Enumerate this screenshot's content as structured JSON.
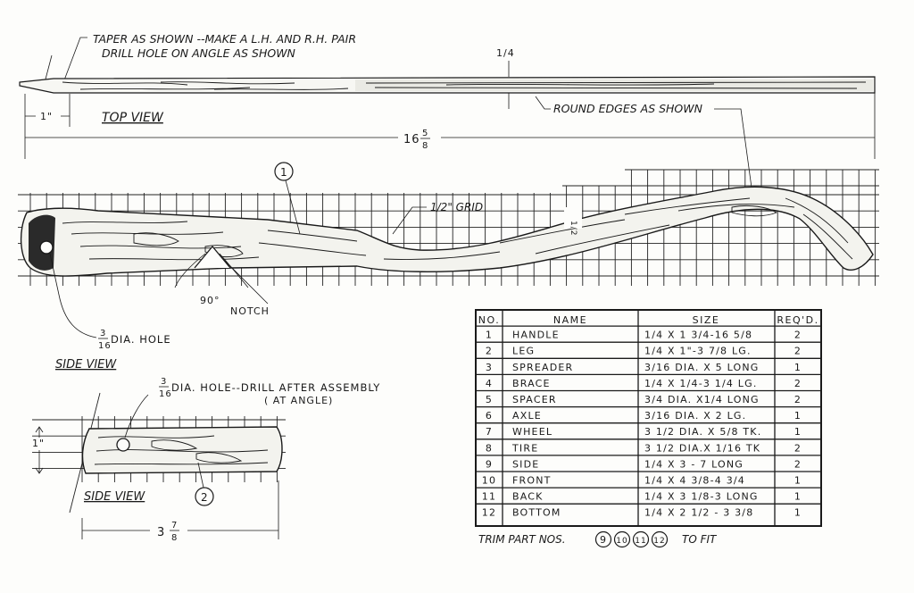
{
  "top_view": {
    "note_line1": "TAPER AS SHOWN --MAKE A L.H. AND R.H. PAIR",
    "note_line2": "DRILL HOLE ON ANGLE AS SHOWN",
    "title": "TOP VIEW",
    "thickness_label": "1/4",
    "round_edges_note": "ROUND EDGES AS SHOWN",
    "dim_1in": "1\"",
    "dim_overall_whole": "16",
    "dim_overall_num": "5",
    "dim_overall_den": "8"
  },
  "side_view_leg": {
    "part_number": "1",
    "grid_label": "1/2\" GRID",
    "height_dim": "1/2",
    "angle_label": "90°",
    "notch_label": "NOTCH",
    "hole_num": "3",
    "hole_den": "16",
    "hole_label": "DIA. HOLE",
    "title": "SIDE VIEW"
  },
  "side_view_handle": {
    "part_number": "2",
    "hole_num": "3",
    "hole_den": "16",
    "hole_note": "DIA. HOLE--DRILL AFTER ASSEMBLY",
    "hole_note2": "( AT ANGLE)",
    "height_dim": "1\"",
    "title": "SIDE VIEW",
    "len_whole": "3",
    "len_num": "7",
    "len_den": "8"
  },
  "parts_table": {
    "headers": [
      "NO.",
      "NAME",
      "SIZE",
      "REQ'D."
    ],
    "rows": [
      [
        "1",
        "HANDLE",
        "1/4 X 1 3/4-16 5/8",
        "2"
      ],
      [
        "2",
        "LEG",
        "1/4 X 1\"-3 7/8 LG.",
        "2"
      ],
      [
        "3",
        "SPREADER",
        "3/16 DIA. X 5 LONG",
        "1"
      ],
      [
        "4",
        "BRACE",
        "1/4 X 1/4-3 1/4 LG.",
        "2"
      ],
      [
        "5",
        "SPACER",
        "3/4 DIA. X1/4 LONG",
        "2"
      ],
      [
        "6",
        "AXLE",
        "3/16 DIA. X 2 LG.",
        "1"
      ],
      [
        "7",
        "WHEEL",
        "3 1/2 DIA. X 5/8 TK.",
        "1"
      ],
      [
        "8",
        "TIRE",
        "3 1/2 DIA.X 1/16 TK",
        "2"
      ],
      [
        "9",
        "SIDE",
        "1/4 X 3 - 7 LONG",
        "2"
      ],
      [
        "10",
        "FRONT",
        "1/4 X 4 3/8-4 3/4",
        "1"
      ],
      [
        "11",
        "BACK",
        "1/4 X 3 1/8-3 LONG",
        "1"
      ],
      [
        "12",
        "BOTTOM",
        "1/4 X 2 1/2 - 3 3/8",
        "1"
      ]
    ],
    "trim_note_prefix": "TRIM PART NOS.",
    "trim_parts": [
      "9",
      "10",
      "11",
      "12"
    ],
    "trim_note_suffix": "TO FIT"
  }
}
